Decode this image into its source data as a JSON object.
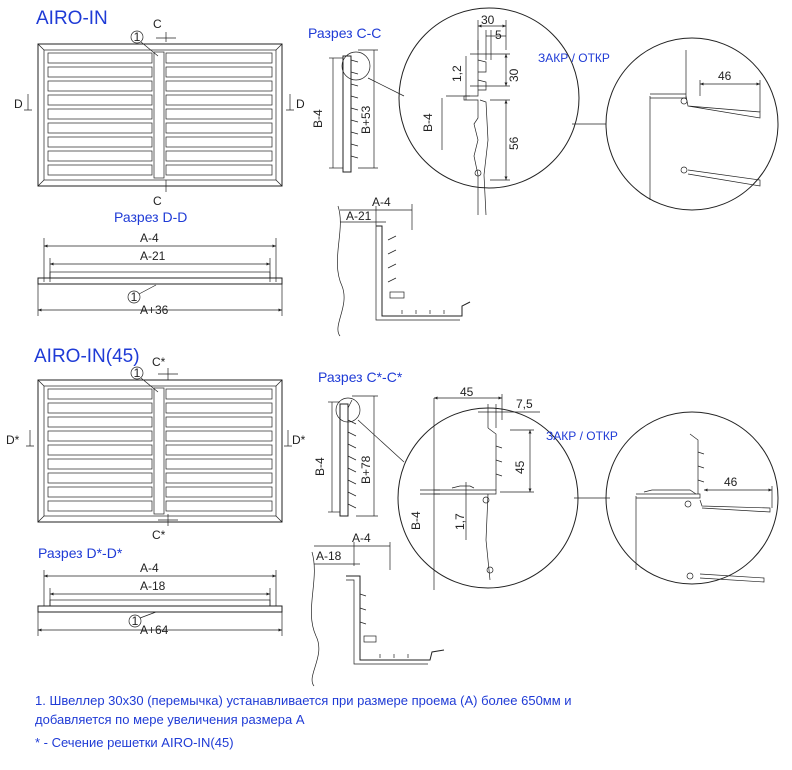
{
  "title_main": "AIRO-IN",
  "title_45": "AIRO-IN(45)",
  "sections": {
    "cc": "Разрез С-С",
    "dd": "Разрез D-D",
    "cc45": "Разрез С*-С*",
    "dd45": "Разрез D*-D*",
    "state": "ЗАКР / ОТКР"
  },
  "markers": {
    "c": "С",
    "d": "D",
    "c45": "С*",
    "d45": "D*",
    "circle": "1"
  },
  "dims": {
    "b_minus_4": "B-4",
    "b_plus_53": "B+53",
    "b_plus_78": "B+78",
    "a_minus_4": "A-4",
    "a_minus_21": "A-21",
    "a_minus_18": "A-18",
    "a_plus_36": "A+36",
    "a_plus_64": "A+64",
    "d30": "30",
    "d5": "5",
    "d1_2": "1,2",
    "d56": "56",
    "d46": "46",
    "d45": "45",
    "d7_5": "7,5",
    "d1_7": "1,7"
  },
  "notes": {
    "line1": "1. Швеллер 30х30 (перемычка) устанавливается при размере проема (А) более 650мм  и",
    "line2": "добавляется по мере увеличения размера А",
    "line3": "* - Сечение решетки AIRO-IN(45)"
  }
}
